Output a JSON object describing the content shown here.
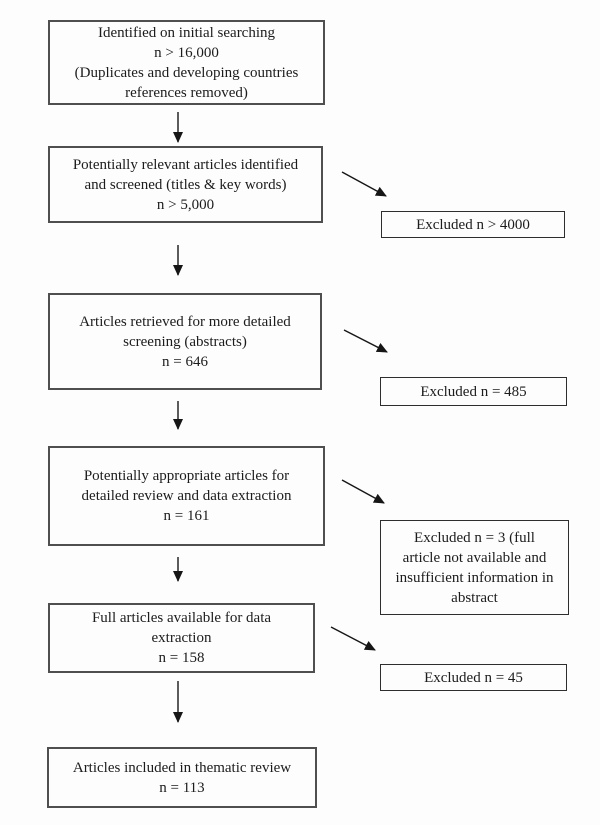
{
  "diagram": {
    "type": "flowchart",
    "description": "Article screening flow diagram",
    "colors": {
      "ink": "#1c1c1c",
      "main_box_border": "#4f4f4f",
      "excluded_box_border": "#2e2e2e",
      "background": "#fdfdfd"
    },
    "main_boxes": [
      {
        "id": "identified",
        "text": "Identified on initial searching\nn > 16,000\n(Duplicates and developing countries\nreferences removed)"
      },
      {
        "id": "screened",
        "text": "Potentially relevant articles identified\nand screened (titles & key words)\nn > 5,000"
      },
      {
        "id": "retrieved",
        "text": "Articles retrieved for more detailed\nscreening (abstracts)\nn = 646"
      },
      {
        "id": "appropriate",
        "text": "Potentially appropriate articles for\ndetailed review and data extraction\nn = 161"
      },
      {
        "id": "full-articles",
        "text": "Full articles available for data\nextraction\nn = 158"
      },
      {
        "id": "included",
        "text": "Articles included in thematic review\nn = 113"
      }
    ],
    "excluded_boxes": [
      {
        "id": "excluded-titles",
        "text": "Excluded n > 4000"
      },
      {
        "id": "excluded-abstracts",
        "text": "Excluded n = 485"
      },
      {
        "id": "excluded-detail",
        "text": "Excluded n = 3 (full\narticle not available and\ninsufficient information in\nabstract"
      },
      {
        "id": "excluded-full",
        "text": "Excluded n = 45"
      }
    ]
  }
}
